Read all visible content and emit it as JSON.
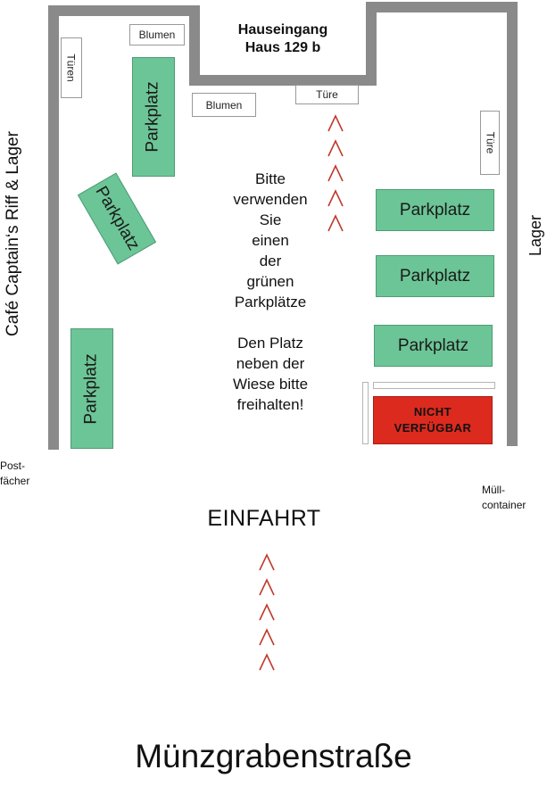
{
  "entrance": {
    "line1": "Hauseingang",
    "line2": "Haus 129 b"
  },
  "labels": {
    "left_building": "Café Captain‘s Riff & Lager",
    "right_building": "Lager",
    "mailboxes_line1": "Post-",
    "mailboxes_line2": "fächer",
    "bins_line1": "Müll-",
    "bins_line2": "container",
    "driveway": "EINFAHRT",
    "street": "Münzgrabenstraße"
  },
  "boxes": {
    "doors_left": "Türen",
    "flowers_top": "Blumen",
    "flowers_mid": "Blumen",
    "door_mid": "Türe",
    "door_right": "Türe"
  },
  "parking": {
    "left_top": "Parkplatz",
    "left_angled": "Parkplatz",
    "left_bottom": "Parkplatz",
    "right_1": "Parkplatz",
    "right_2": "Parkplatz",
    "right_3": "Parkplatz"
  },
  "unavailable": {
    "line1": "NICHT",
    "line2": "VERFÜGBAR"
  },
  "instructions": {
    "lines1": [
      "Bitte",
      "verwenden",
      "Sie",
      "einen",
      "der",
      "grünen",
      "Parkplätze"
    ],
    "lines2": [
      "Den Platz",
      "neben der",
      "Wiese bitte",
      "freihalten!"
    ]
  },
  "colors": {
    "wall": "#8a8a8a",
    "parking": "#6cc596",
    "unavailable": "#dc2a1e",
    "arrow": "#c0392b"
  },
  "icons": {
    "arrow": "chevron-up-icon"
  }
}
